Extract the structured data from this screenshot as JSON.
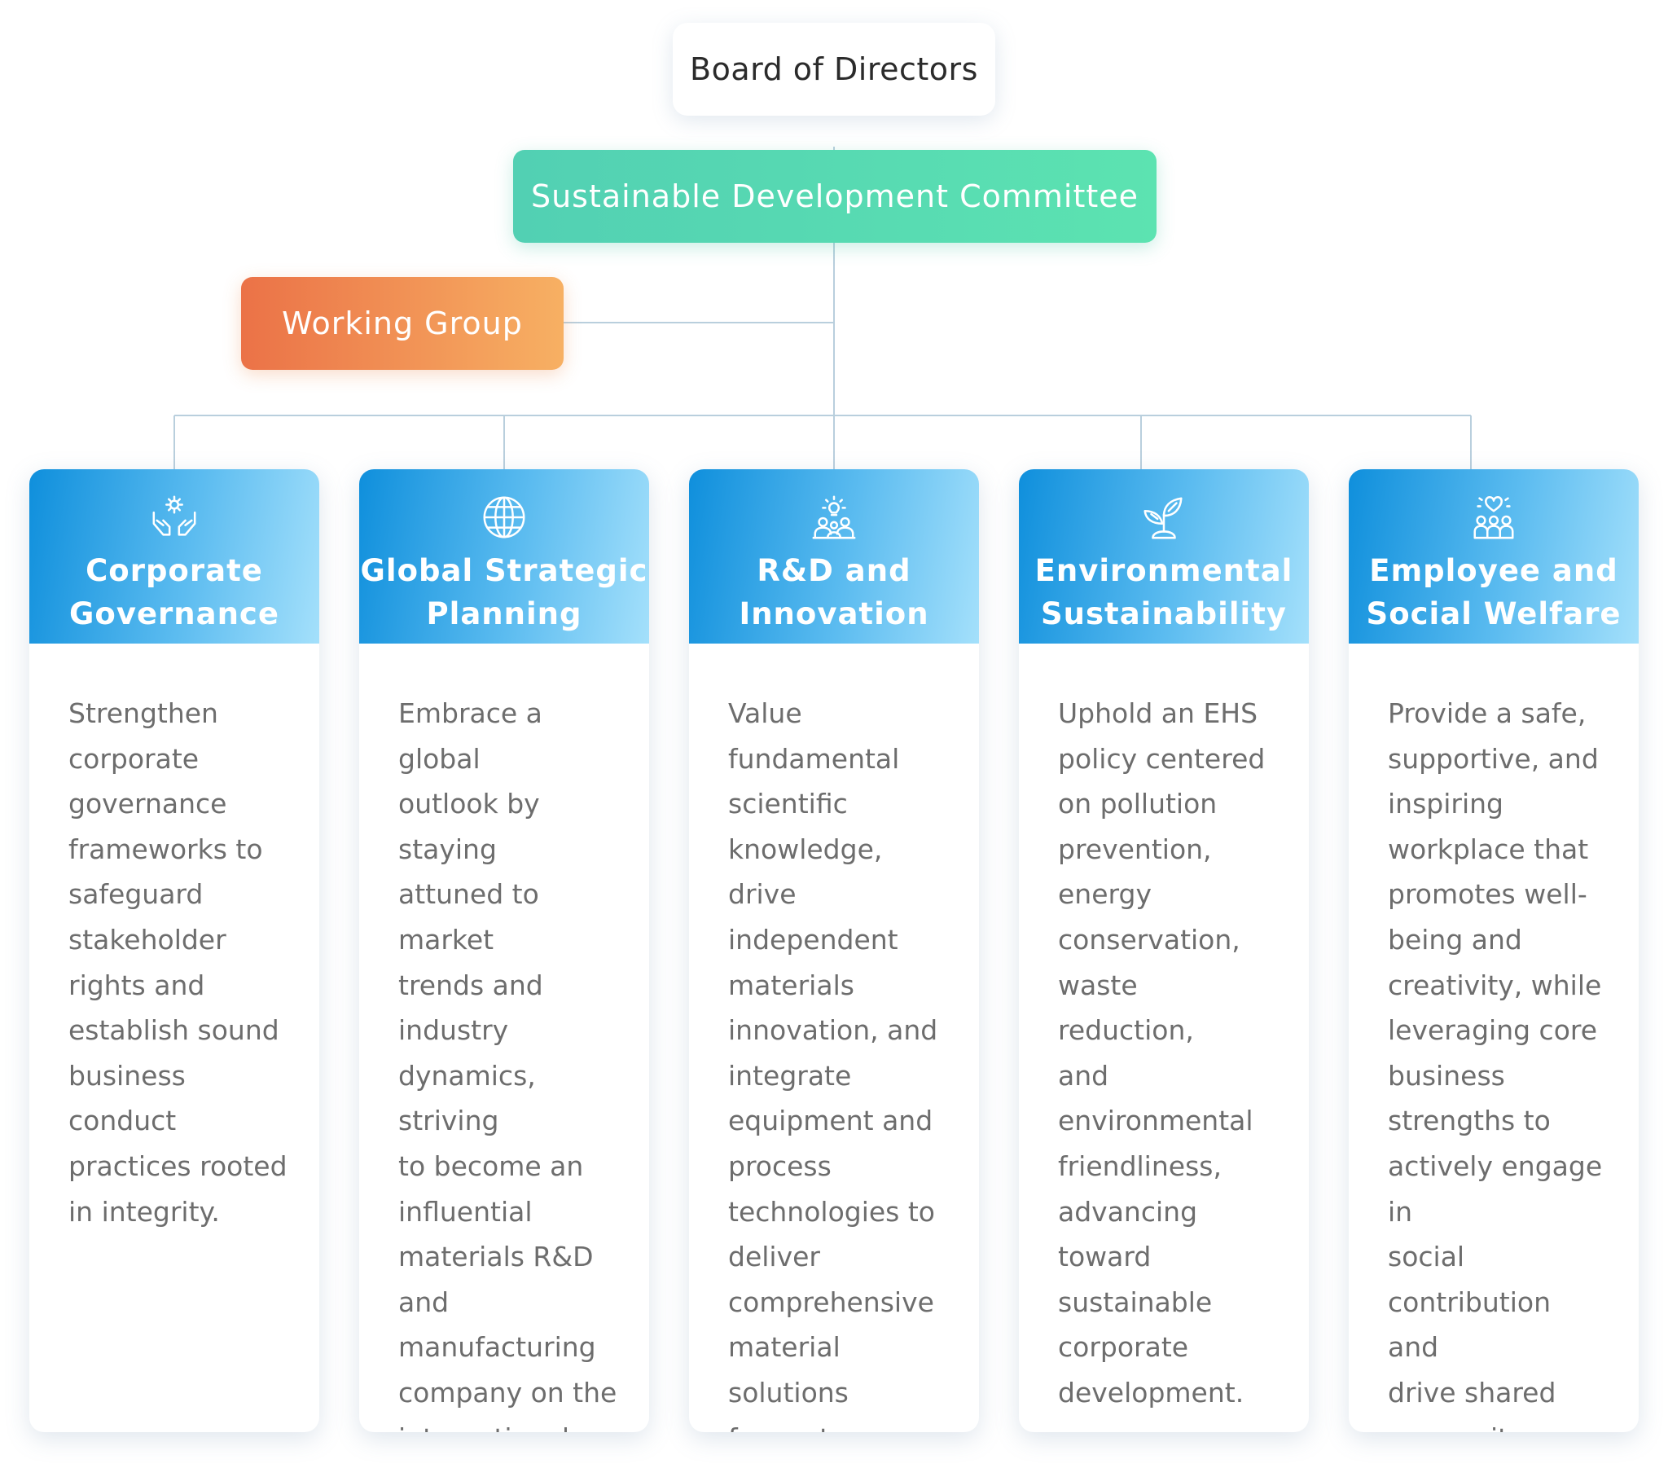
{
  "org_chart": {
    "board": {
      "label": "Board of Directors"
    },
    "committee": {
      "label": "Sustainable Development Committee"
    },
    "working_group": {
      "label": "Working Group"
    },
    "departments": [
      {
        "title": "Corporate\nGovernance",
        "icon": "hands-gear-icon",
        "description": "Strengthen\ncorporate\ngovernance\nframeworks to\nsafeguard\nstakeholder\nrights and\nestablish sound\nbusiness conduct\npractices rooted\nin integrity."
      },
      {
        "title": "Global Strategic\nPlanning",
        "icon": "globe-icon",
        "description": "Embrace a global\noutlook by staying\nattuned to market\ntrends and\nindustry\ndynamics, striving\nto become an\ninfluential\nmaterials R&D\nand\nmanufacturing\ncompany on the\ninternational\nstage."
      },
      {
        "title": "R&D and\nInnovation",
        "icon": "team-lightbulb-icon",
        "description": "Value\nfundamental\nscientific\nknowledge, drive\nindependent\nmaterials\ninnovation, and\nintegrate\nequipment and\nprocess\ntechnologies to\ndeliver\ncomprehensive\nmaterial solutions\nfor customers."
      },
      {
        "title": "Environmental\nSustainability",
        "icon": "plant-sprout-icon",
        "description": "Uphold an EHS\npolicy centered\non pollution\nprevention,\nenergy\nconservation,\nwaste reduction,\nand\nenvironmental\nfriendliness,\nadvancing toward\nsustainable\ncorporate\ndevelopment."
      },
      {
        "title": "Employee and\nSocial Welfare",
        "icon": "people-heart-icon",
        "description": "Provide a safe,\nsupportive, and\ninspiring\nworkplace that\npromotes well-\nbeing and\ncreativity, while\nleveraging core\nbusiness\nstrengths to\nactively engage in\nsocial\ncontribution and\ndrive shared\nprosperity."
      }
    ],
    "connector_color": "#b9cfdd",
    "accent_colors": {
      "committee": "#55d9b2",
      "working_group": "#f09a55",
      "department_header": "#2aa3e6"
    }
  }
}
